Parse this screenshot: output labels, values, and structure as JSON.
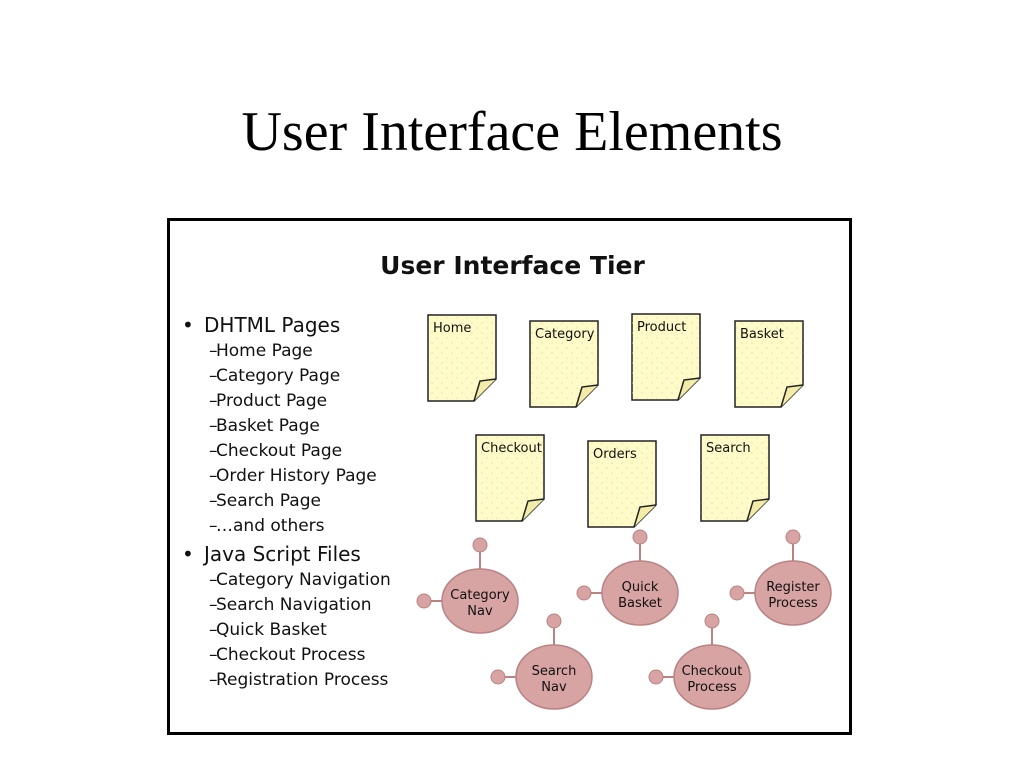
{
  "slide": {
    "title": "User Interface Elements"
  },
  "figure": {
    "title": "User Interface Tier",
    "bullets": [
      {
        "label": "DHTML Pages",
        "items": [
          "Home Page",
          "Category Page",
          "Product Page",
          "Basket Page",
          "Checkout Page",
          "Order History Page",
          "Search Page",
          "…and others"
        ]
      },
      {
        "label": "Java Script Files",
        "items": [
          "Category Navigation",
          "Search Navigation",
          "Quick Basket",
          "Checkout Process",
          "Registration Process"
        ]
      }
    ],
    "pages": [
      "Home",
      "Category",
      "Product",
      "Basket",
      "Checkout",
      "Orders",
      "Search"
    ],
    "processes": [
      [
        "Category",
        "Nav"
      ],
      [
        "Quick",
        "Basket"
      ],
      [
        "Register",
        "Process"
      ],
      [
        "Search",
        "Nav"
      ],
      [
        "Checkout",
        "Process"
      ]
    ]
  },
  "colors": {
    "page_fill": "#fffbc8",
    "page_stroke": "#222222",
    "process_fill": "#d8a3a3",
    "process_stroke": "#b98383"
  }
}
